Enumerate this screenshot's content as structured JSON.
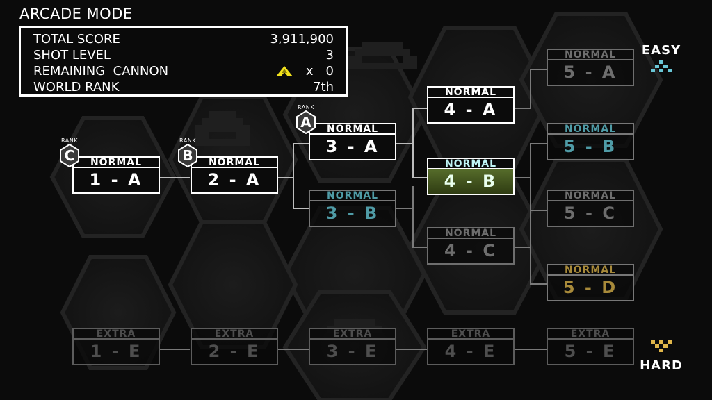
{
  "mode_title": "ARCADE MODE",
  "stats": {
    "total_score_label": "TOTAL SCORE",
    "total_score": "3,911,900",
    "shot_level_label": "SHOT LEVEL",
    "shot_level": "3",
    "remaining_label": "REMAINING  CANNON",
    "remaining_multiplier": "x",
    "remaining_count": "0",
    "world_rank_label": "WORLD RANK",
    "world_rank": "7th"
  },
  "stages": {
    "s1a": {
      "top": "NORMAL",
      "name": "1 - A"
    },
    "s2a": {
      "top": "NORMAL",
      "name": "2 - A"
    },
    "s3a": {
      "top": "NORMAL",
      "name": "3 - A"
    },
    "s3b": {
      "top": "NORMAL",
      "name": "3 - B"
    },
    "s4a": {
      "top": "NORMAL",
      "name": "4 - A"
    },
    "s4b": {
      "top": "NORMAL",
      "name": "4 - B"
    },
    "s4c": {
      "top": "NORMAL",
      "name": "4 - C"
    },
    "s5a": {
      "top": "NORMAL",
      "name": "5 - A"
    },
    "s5b": {
      "top": "NORMAL",
      "name": "5 - B"
    },
    "s5c": {
      "top": "NORMAL",
      "name": "5 - C"
    },
    "s5d": {
      "top": "NORMAL",
      "name": "5 - D"
    },
    "e1": {
      "top": "EXTRA",
      "name": "1 - E"
    },
    "e2": {
      "top": "EXTRA",
      "name": "2 - E"
    },
    "e3": {
      "top": "EXTRA",
      "name": "3 - E"
    },
    "e4": {
      "top": "EXTRA",
      "name": "4 - E"
    },
    "e5": {
      "top": "EXTRA",
      "name": "5 - E"
    }
  },
  "ranks": {
    "label": "RANK",
    "r1a": "C",
    "r2a": "B",
    "r3a": "A"
  },
  "difficulty": {
    "easy": "EASY",
    "hard": "HARD"
  },
  "colors": {
    "teal": "#4f9ba6",
    "gold": "#a88a3a",
    "selected": "#556b2a",
    "ship": "#f2e21c",
    "easy_icon": "#69c6d6",
    "hard_icon": "#e0b64a"
  },
  "icons": {
    "ship": "cannon-ship-icon",
    "easy": "easy-chevron-icon",
    "hard": "hard-chevron-icon",
    "rank": "hexagon-rank-badge"
  }
}
